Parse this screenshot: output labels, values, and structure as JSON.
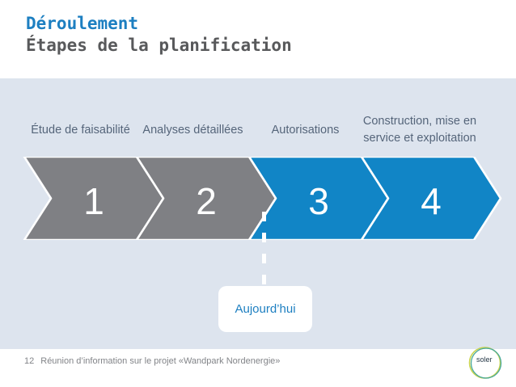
{
  "header": {
    "title": "Déroulement",
    "subtitle": "Étapes de la planification"
  },
  "steps": [
    {
      "number": "1",
      "label": "Étude de faisabilité",
      "state": "past"
    },
    {
      "number": "2",
      "label": "Analyses détaillées",
      "state": "past"
    },
    {
      "number": "3",
      "label": "Autorisations",
      "state": "current"
    },
    {
      "number": "4",
      "label": "Construction, mise en service et exploitation",
      "state": "future"
    }
  ],
  "timeline": {
    "today_label": "Aujourd’hui"
  },
  "footer": {
    "page_number": "12",
    "text": "Réunion d’information sur le projet «Wandpark Nordenergie»",
    "logo_text": "soler"
  },
  "colors": {
    "arrow_gray": "#7f8084",
    "arrow_blue": "#1185c6",
    "arrow_outline": "#ffffff",
    "title_blue": "#1d7fc1",
    "subtitle_gray": "#58595b",
    "band_background": "#dde4ee",
    "label_text": "#55657a",
    "today_text": "#1d7fc1",
    "logo_teal": "#46a89b",
    "logo_lime": "#c9d44f"
  }
}
